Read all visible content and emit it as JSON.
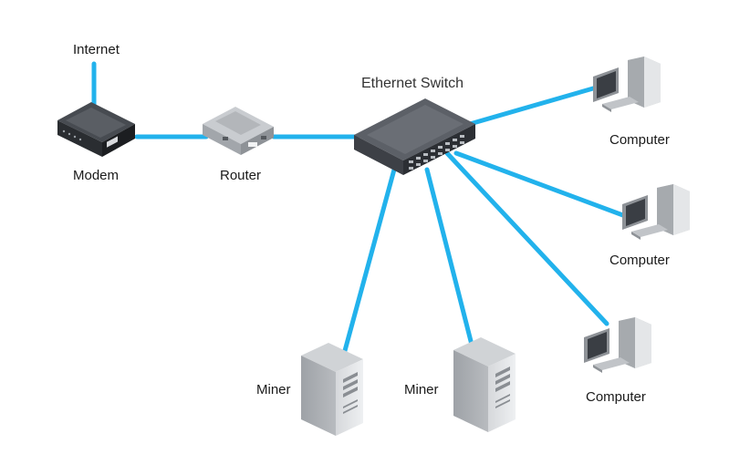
{
  "colors": {
    "link": "#22b2ec",
    "device_dark": "#3a3d42",
    "device_gray": "#b9bcc0",
    "background": "#ffffff"
  },
  "labels": {
    "internet": "Internet",
    "modem": "Modem",
    "router": "Router",
    "ethernet_switch": "Ethernet Switch",
    "computer_1": "Computer",
    "computer_2": "Computer",
    "computer_3": "Computer",
    "miner_1": "Miner",
    "miner_2": "Miner"
  },
  "icons": {
    "modem": "modem-icon",
    "router": "router-icon",
    "switch": "ethernet-switch-icon",
    "computer": "desktop-computer-icon",
    "miner": "server-tower-icon"
  }
}
